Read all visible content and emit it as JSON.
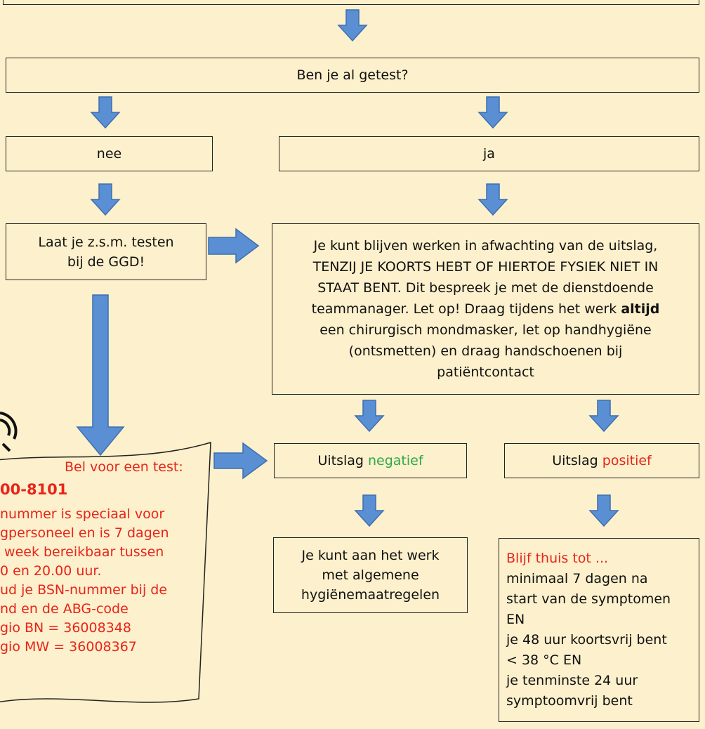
{
  "question": "Ben je al getest?",
  "answers": {
    "no": "nee",
    "yes": "ja"
  },
  "get_tested": {
    "line1": "Laat je z.s.m. testen",
    "line2": "bij de GGD!"
  },
  "keep_working": {
    "lines": [
      "Je kunt blijven werken in afwachting van de uitslag,",
      "TENZIJ JE KOORTS HEBT OF HIERTOE FYSIEK NIET IN",
      "STAAT BENT. Dit bespreek je met de dienstdoende",
      "teammanager. Let op! Draag tijdens het werk "
    ],
    "bold": "altijd",
    "lines_after": [
      "een chirurgisch mondmasker, let op handhygiëne",
      "(ontsmetten) en draag handschoenen bij",
      "patiëntcontact"
    ]
  },
  "result_negative": {
    "prefix": "Uitslag ",
    "word": "negatief"
  },
  "result_positive": {
    "prefix": "Uitslag ",
    "word": "positief"
  },
  "negative_outcome": {
    "lines": [
      "Je kunt aan het werk",
      "met algemene",
      "hygiënemaatregelen"
    ]
  },
  "positive_outcome": {
    "heading": "Blijf thuis tot ...",
    "lines": [
      "minimaal 7 dagen na",
      "start van de symptomen",
      "EN",
      "je 48 uur koortsvrij bent",
      "< 38 °C EN",
      "je tenminste 24 uur",
      "symptoomvrij bent"
    ]
  },
  "call_note": {
    "title": "Bel voor een test:",
    "number": "00-8101",
    "lines": [
      "nummer is speciaal voor",
      "gpersoneel en is 7 dagen",
      " week bereikbaar tussen",
      "0 en 20.00 uur.",
      "ud je BSN-nummer bij de",
      "nd en de ABG-code",
      "gio BN = 36008348",
      "gio MW = 36008367"
    ]
  },
  "colors": {
    "background": "#fdf0cc",
    "arrow": "#5b8fd4",
    "red": "#e8241b",
    "green": "#2ea84a"
  }
}
